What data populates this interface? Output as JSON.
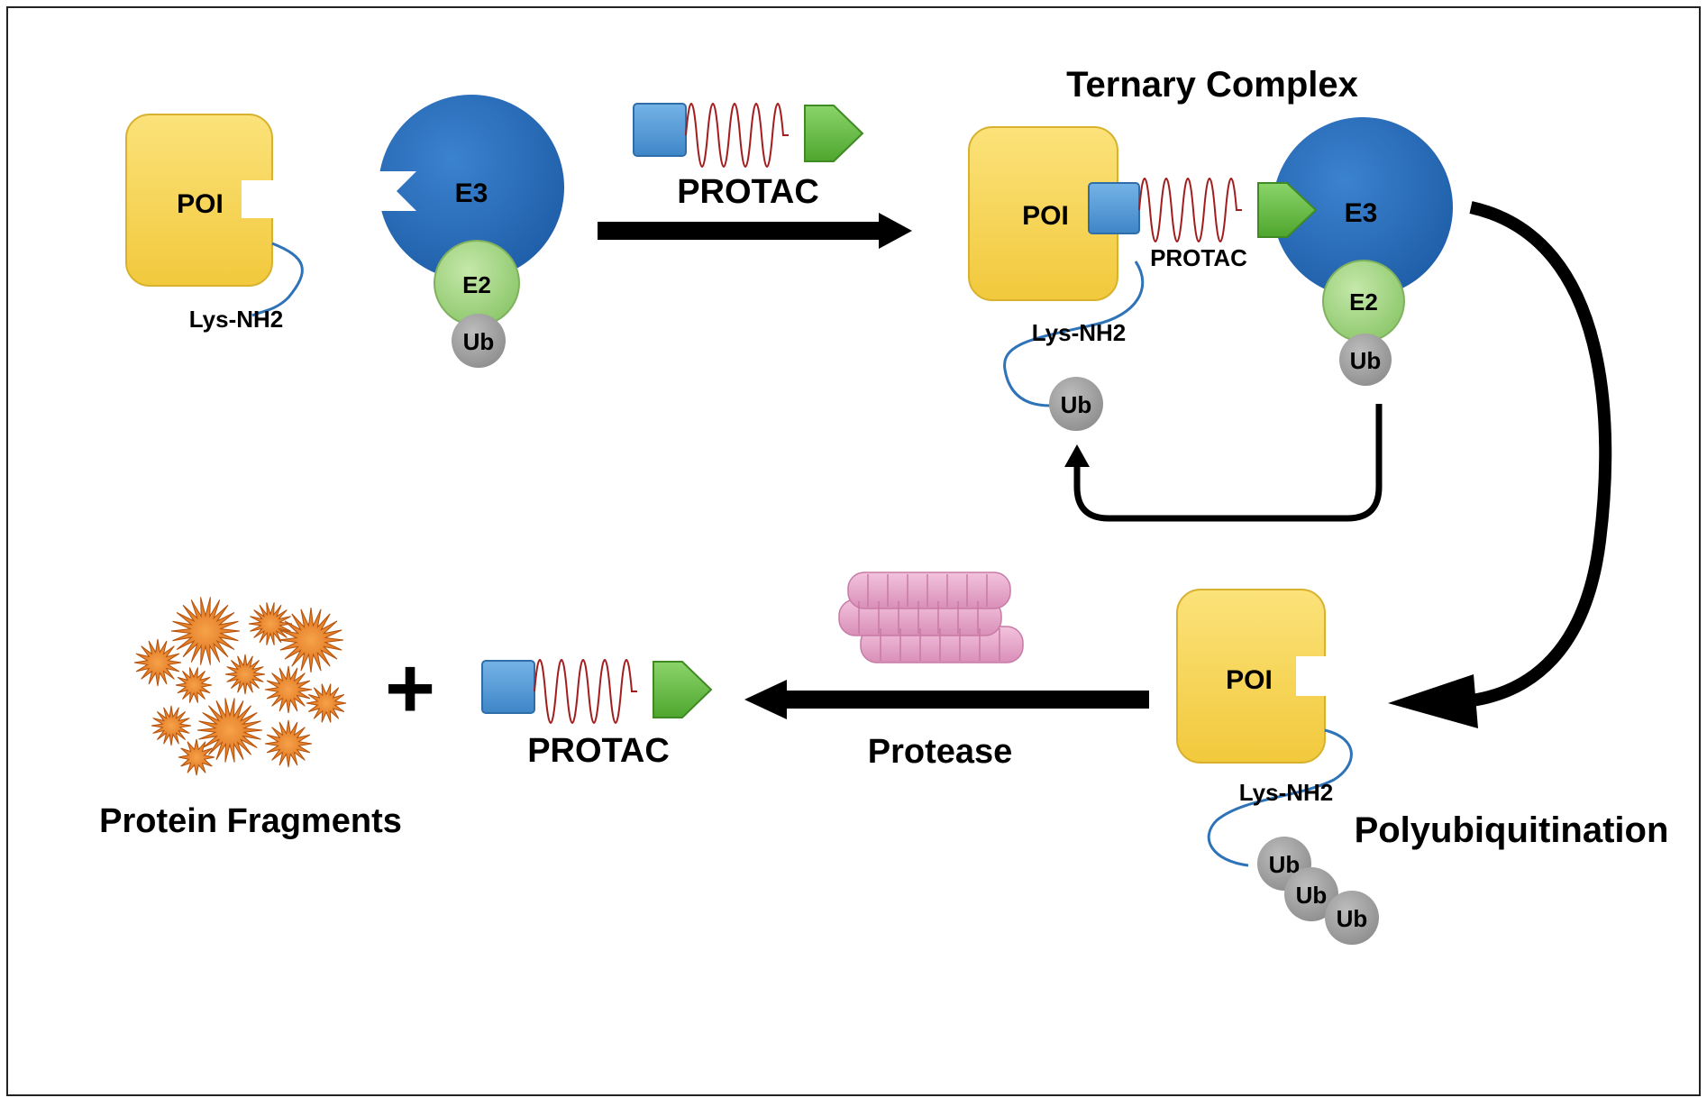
{
  "labels": {
    "poi": "POI",
    "e3": "E3",
    "e2": "E2",
    "ub": "Ub",
    "lys": "Lys-NH2",
    "protac": "PROTAC",
    "ternary_complex": "Ternary Complex",
    "polyubiquitination": "Polyubiquitination",
    "protease": "Protease",
    "protein_fragments": "Protein Fragments",
    "plus": "+"
  },
  "colors": {
    "poi": "#f7d44c",
    "e3": "#2a6ebd",
    "e2": "#a8d88a",
    "ub": "#a6a6a6",
    "warhead": "#5a9fd8",
    "e3_ligand": "#6cc04a",
    "linker": "#a01e1e",
    "lys_chain": "#2e73b8",
    "proteasome": "#e9a6c9",
    "fragments": "#e87a22",
    "arrow": "#000000"
  }
}
